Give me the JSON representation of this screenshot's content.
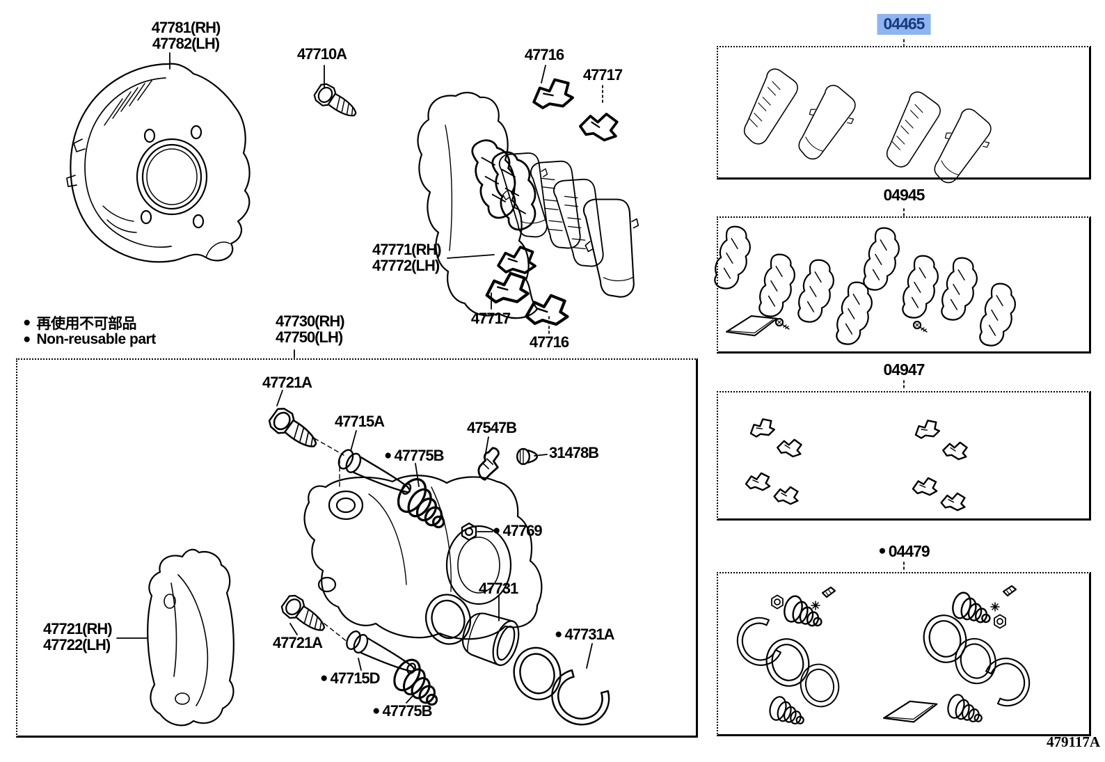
{
  "colors": {
    "highlight_bg": "#8FB4F0",
    "highlight_text": "#17397F",
    "line": "#000000",
    "background": "#FFFFFF"
  },
  "symbols": {
    "non_reusable_bullet": "●"
  },
  "legend": {
    "jp_label": "再使用不可部品",
    "en_label": "Non-reusable part"
  },
  "footer": {
    "drawing_code": "479117A"
  },
  "callouts": {
    "dust_shield": {
      "rh": "47781(RH)",
      "lh": "47782(LH)"
    },
    "mount_bolt": "47710A",
    "fitting_716_upper": "47716",
    "fitting_717_upper": "47717",
    "support_plate": {
      "rh": "47771(RH)",
      "lh": "47772(LH)"
    },
    "fitting_717_lower": "47717",
    "fitting_716_lower": "47716",
    "caliper_assy": {
      "rh": "47730(RH)",
      "lh": "47750(LH)"
    },
    "slide_bolt_upper": "47721A",
    "slide_pin_upper": "47715A",
    "pin_boot_upper": "47775B",
    "bleeder_plug": "47547B",
    "bleeder_cap": "31478B",
    "caliper_nut": "47769",
    "mounting_bracket": {
      "rh": "47721(RH)",
      "lh": "47722(LH)"
    },
    "slide_bolt_lower": "47721A",
    "slide_pin_lower": "47715D",
    "pin_boot_lower": "47775B",
    "piston": "47731",
    "snap_ring": "47731A"
  },
  "kits": {
    "pad_kit": "04465",
    "shim_kit": "04945",
    "fitting_kit": "04947",
    "seal_kit": "04479"
  }
}
